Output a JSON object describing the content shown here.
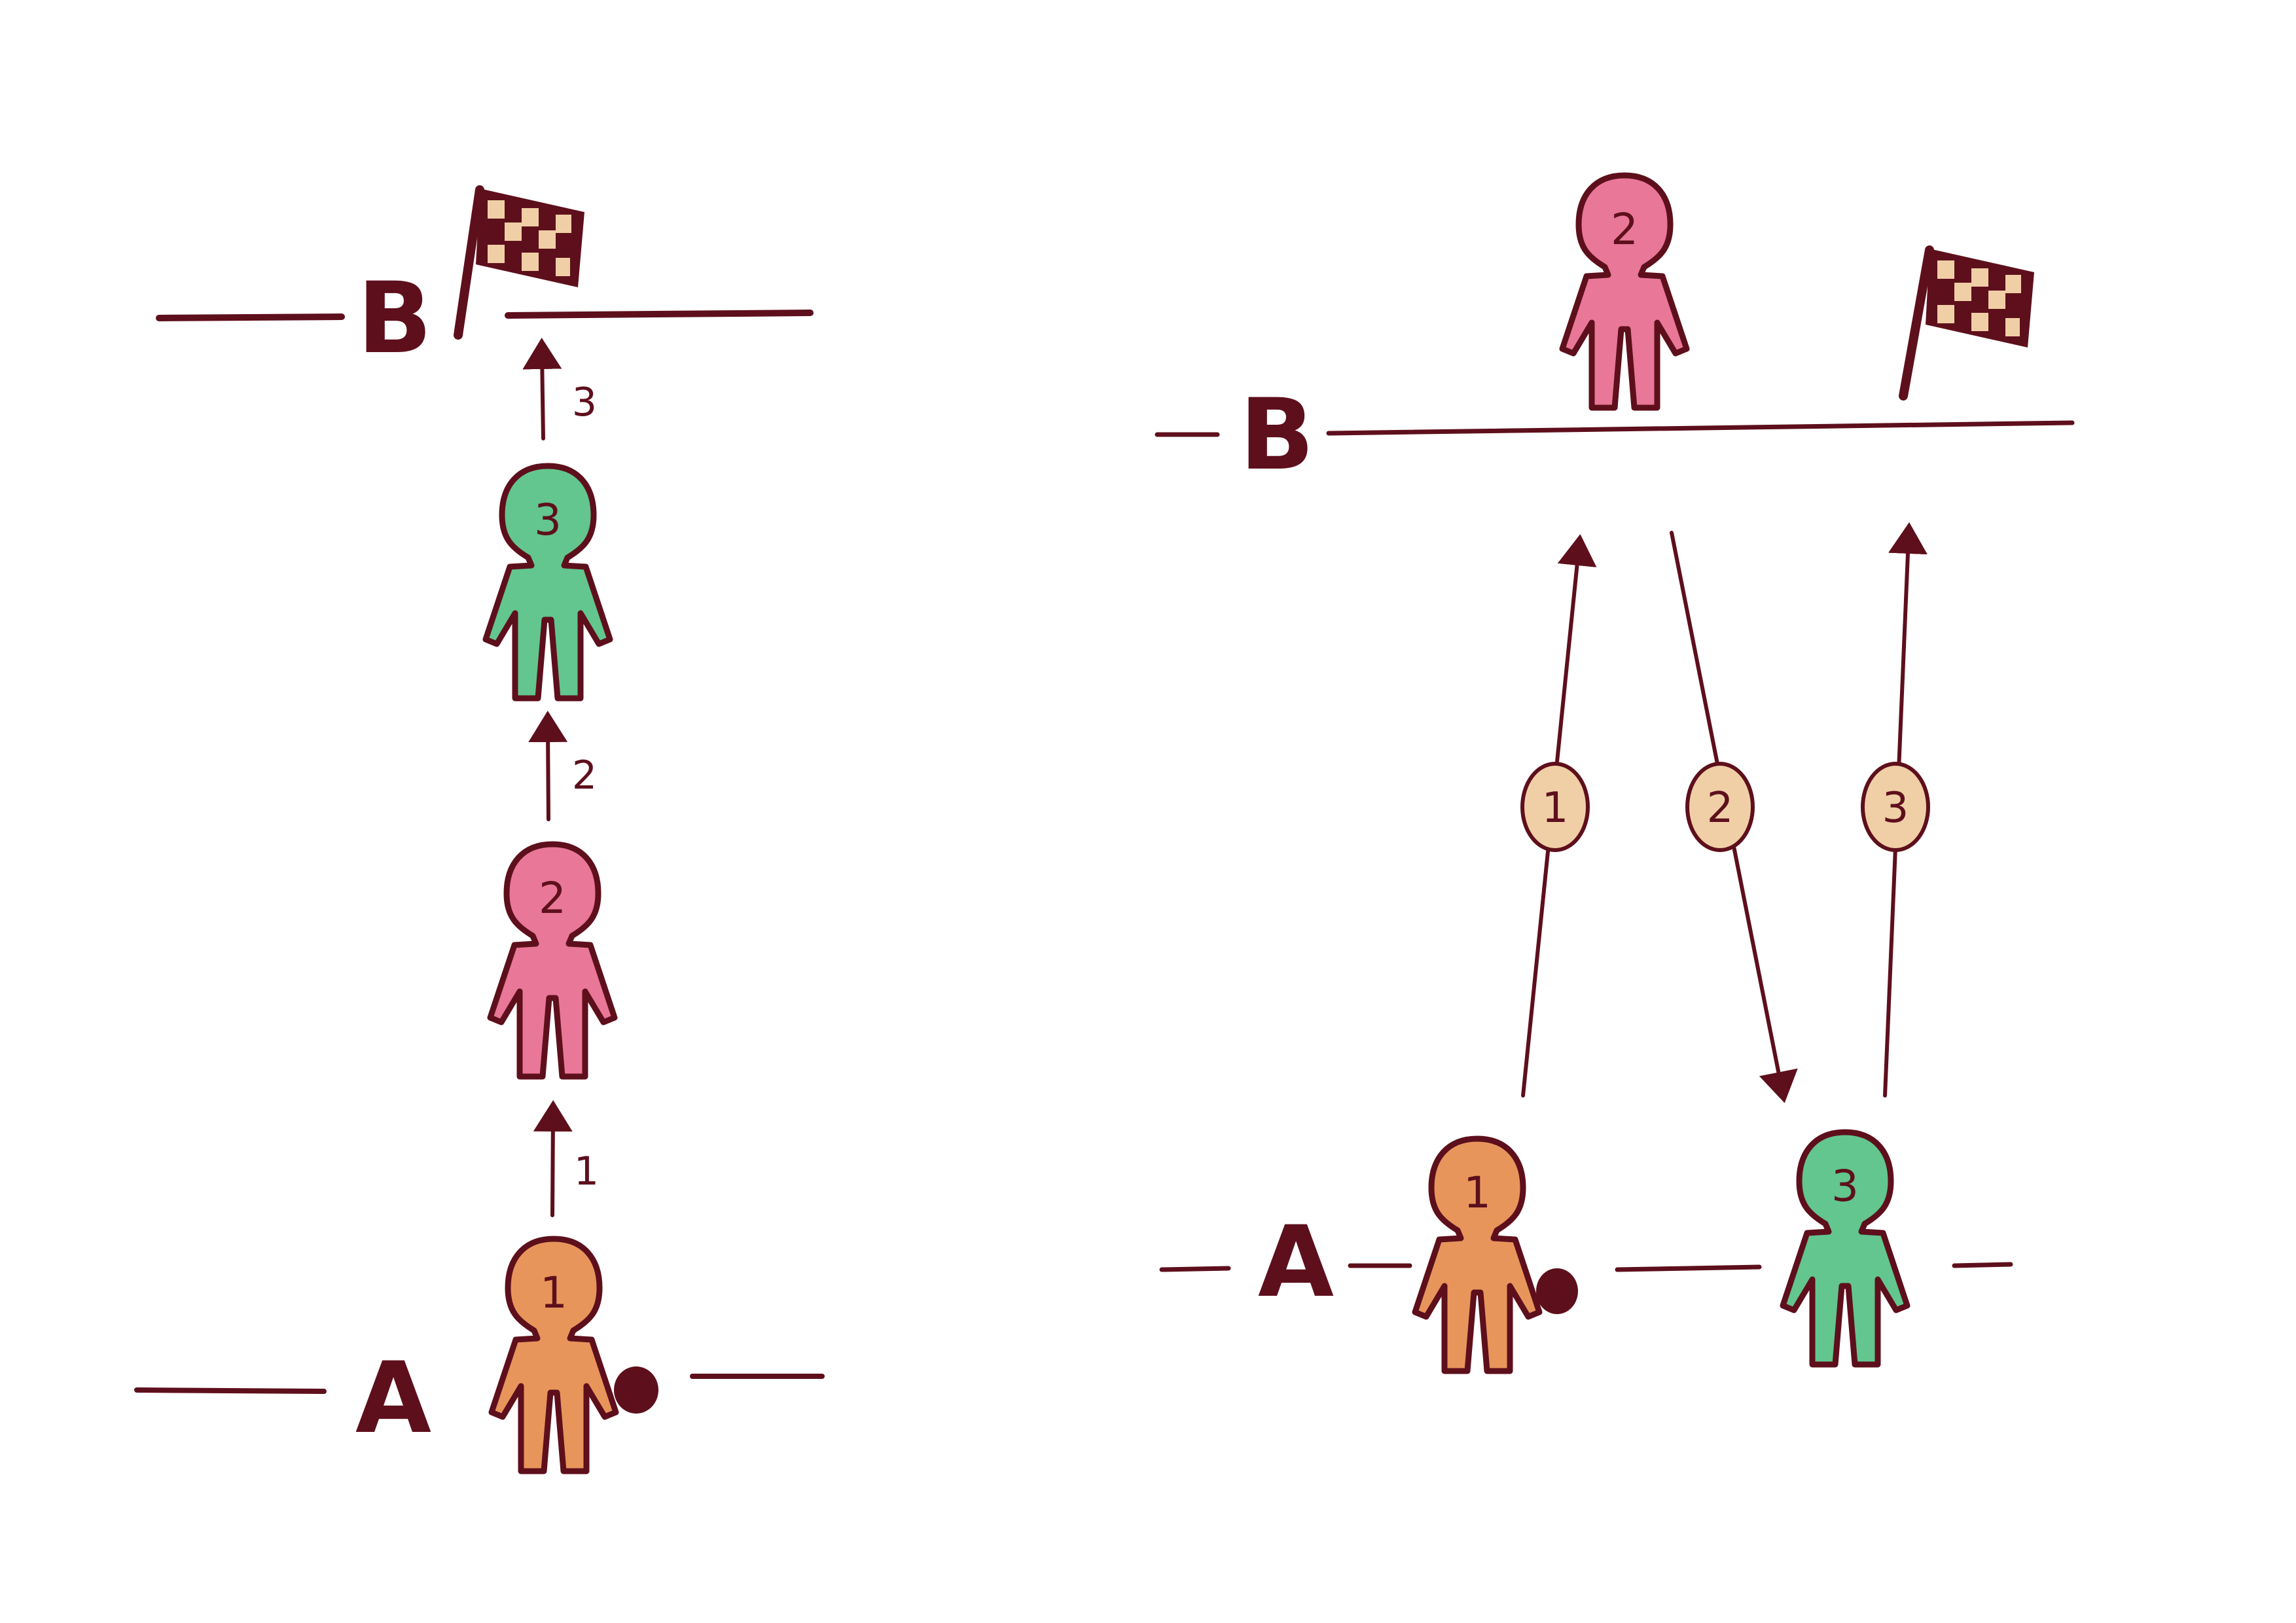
{
  "colors": {
    "ink": "#5e0f1c",
    "runner_1": "#e8955c",
    "runner_2": "#e97798",
    "runner_3": "#62c68e",
    "badge": "#f0cfa6",
    "flag_light": "#f0cfa6",
    "background": "#ffffff"
  },
  "left_panel": {
    "start_label": "A",
    "finish_label": "B",
    "runners": [
      {
        "number": "1",
        "color": "orange",
        "has_ball": true
      },
      {
        "number": "2",
        "color": "pink"
      },
      {
        "number": "3",
        "color": "green"
      }
    ],
    "arrows": [
      {
        "label": "1"
      },
      {
        "label": "2"
      },
      {
        "label": "3"
      }
    ]
  },
  "right_panel": {
    "start_label": "A",
    "finish_label": "B",
    "runners": [
      {
        "number": "1",
        "color": "orange",
        "position": "A",
        "has_ball": true
      },
      {
        "number": "2",
        "color": "pink",
        "position": "B"
      },
      {
        "number": "3",
        "color": "green",
        "position": "A"
      }
    ],
    "arrows": [
      {
        "badge": "1",
        "direction": "A to B"
      },
      {
        "badge": "2",
        "direction": "B to A"
      },
      {
        "badge": "3",
        "direction": "A to B"
      }
    ]
  }
}
